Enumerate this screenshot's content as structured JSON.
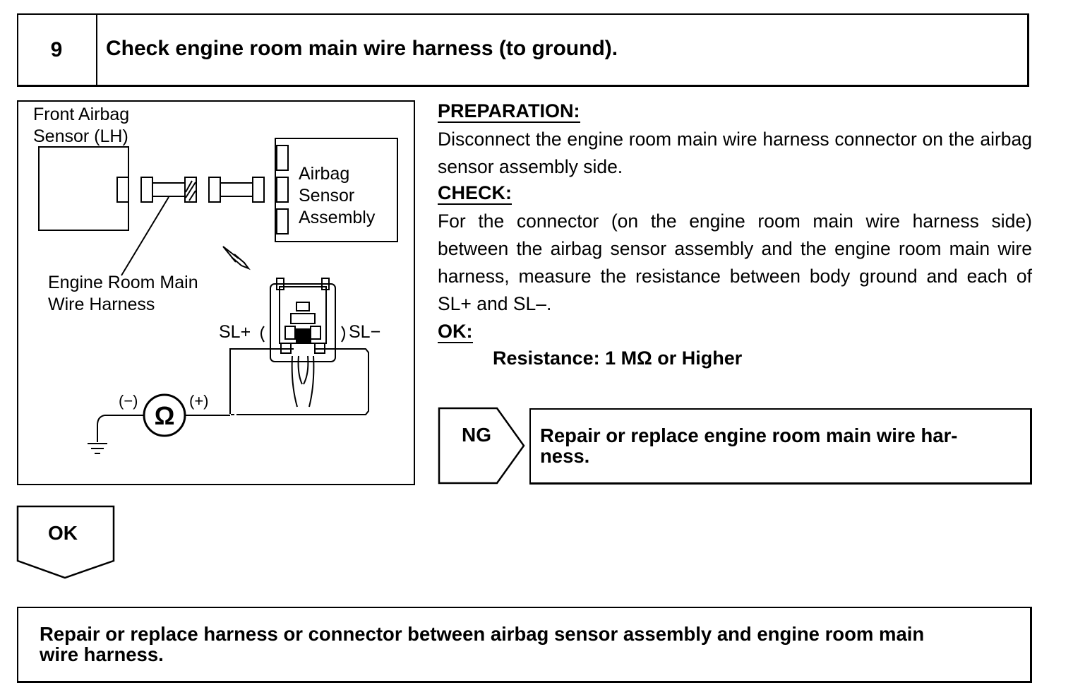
{
  "step": {
    "number": "9",
    "title": "Check engine room main wire harness (to ground)."
  },
  "diagram": {
    "front_sensor_label": [
      "Front Airbag",
      "Sensor (LH)"
    ],
    "assembly_label": [
      "Airbag",
      "Sensor",
      "Assembly"
    ],
    "harness_label": [
      "Engine Room Main",
      "Wire Harness"
    ],
    "sl_plus": "SL+",
    "sl_minus": "SL−",
    "meter_minus": "(−)",
    "meter_plus": "(+)",
    "ohm_symbol": "Ω"
  },
  "preparation": {
    "heading": "PREPARATION:",
    "text": "Disconnect the engine room main wire harness connector on the airbag sensor assembly side."
  },
  "check": {
    "heading": "CHECK:",
    "text": "For the connector (on the engine room main wire harness side) between the airbag sensor assembly and the engine room main wire harness, measure the resistance between body ground and each of SL+ and SL–."
  },
  "ok_spec": {
    "heading": "OK:",
    "text": "Resistance: 1 MΩ or Higher"
  },
  "ng_result": {
    "label": "NG",
    "text": "Repair or replace engine room main wire har-\nness."
  },
  "ok_result": {
    "label": "OK",
    "text": "Repair or replace harness or connector between airbag sensor assembly and engine room main\nwire harness."
  }
}
